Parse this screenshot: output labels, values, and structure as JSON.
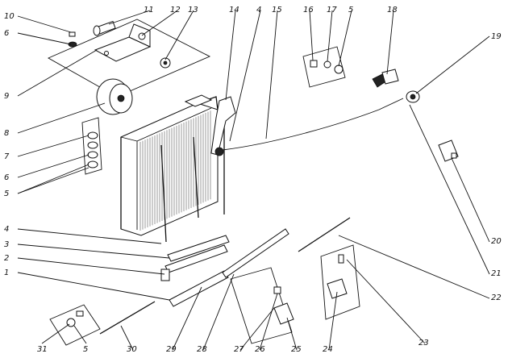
{
  "diagram": {
    "callouts": [
      {
        "id": "c10",
        "text": "10"
      },
      {
        "id": "c11",
        "text": "11"
      },
      {
        "id": "c12",
        "text": "12"
      },
      {
        "id": "c13",
        "text": "13"
      },
      {
        "id": "c6a",
        "text": "6"
      },
      {
        "id": "c9",
        "text": "9"
      },
      {
        "id": "c8",
        "text": "8"
      },
      {
        "id": "c7",
        "text": "7"
      },
      {
        "id": "c6b",
        "text": "6"
      },
      {
        "id": "c5a",
        "text": "5"
      },
      {
        "id": "c14",
        "text": "14"
      },
      {
        "id": "c4a",
        "text": "4"
      },
      {
        "id": "c15",
        "text": "15"
      },
      {
        "id": "c16",
        "text": "16"
      },
      {
        "id": "c17",
        "text": "17"
      },
      {
        "id": "c5b",
        "text": "5"
      },
      {
        "id": "c18",
        "text": "18"
      },
      {
        "id": "c19",
        "text": "19"
      },
      {
        "id": "c20",
        "text": "20"
      },
      {
        "id": "c21",
        "text": "21"
      },
      {
        "id": "c22",
        "text": "22"
      },
      {
        "id": "c23",
        "text": "23"
      },
      {
        "id": "c24",
        "text": "24"
      },
      {
        "id": "c25",
        "text": "25"
      },
      {
        "id": "c26",
        "text": "26"
      },
      {
        "id": "c27",
        "text": "27"
      },
      {
        "id": "c28",
        "text": "28"
      },
      {
        "id": "c29",
        "text": "29"
      },
      {
        "id": "c30",
        "text": "30"
      },
      {
        "id": "c31",
        "text": "31"
      },
      {
        "id": "c5c",
        "text": "5"
      },
      {
        "id": "c4b",
        "text": "4"
      },
      {
        "id": "c3",
        "text": "3"
      },
      {
        "id": "c2",
        "text": "2"
      },
      {
        "id": "c1",
        "text": "1"
      }
    ]
  }
}
